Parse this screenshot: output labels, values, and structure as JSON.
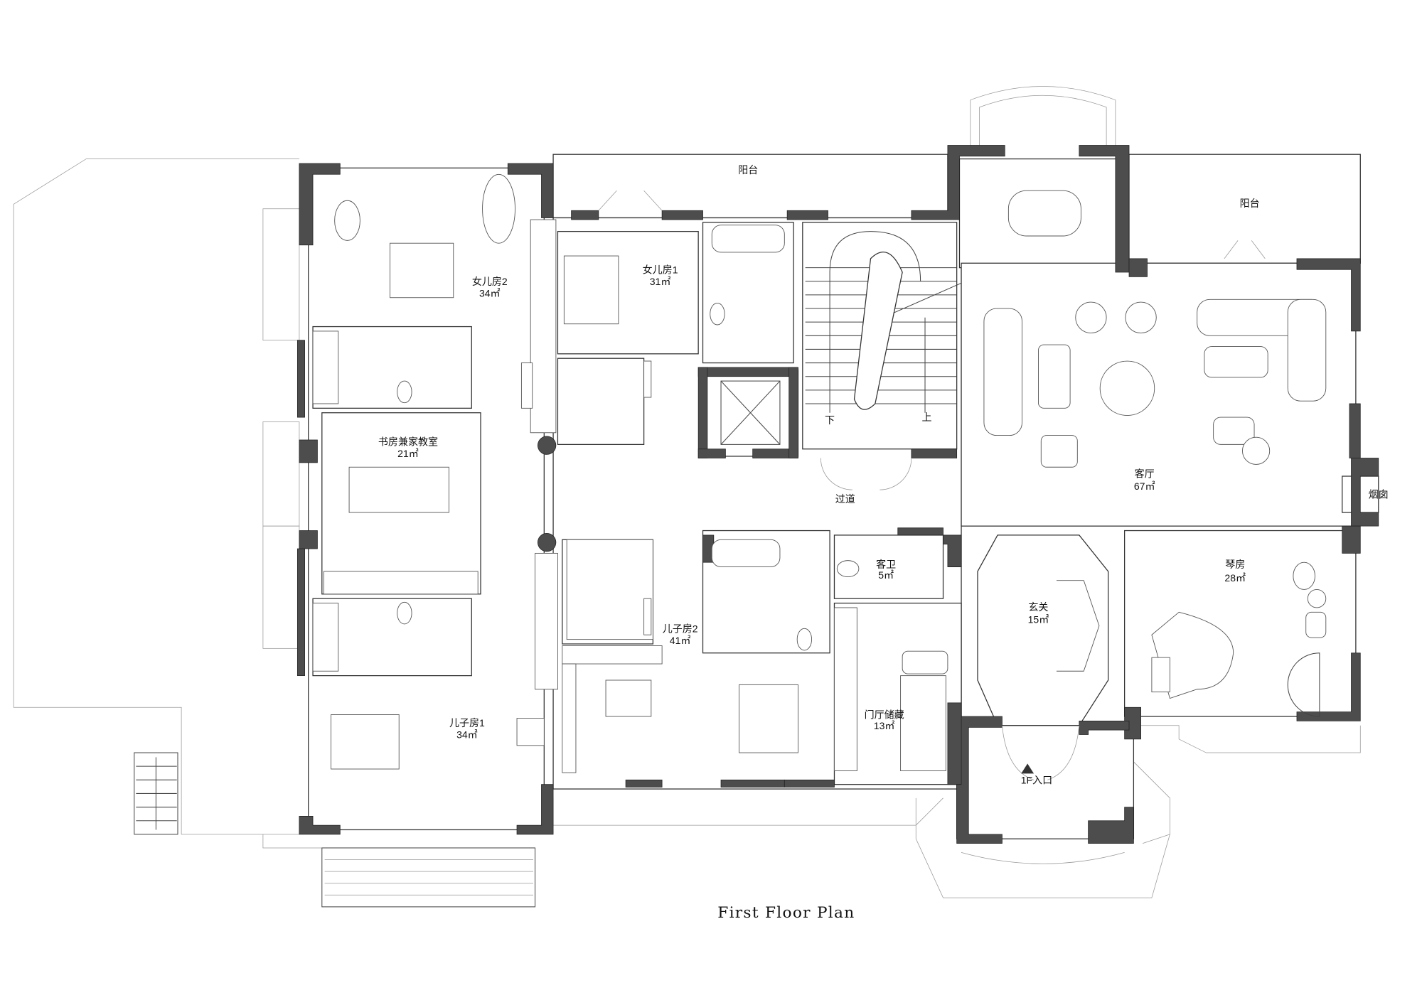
{
  "title": "First Floor Plan",
  "rooms": {
    "balcony_top": {
      "name": "阳台"
    },
    "balcony_right": {
      "name": "阳台"
    },
    "daughter2": {
      "name": "女儿房2",
      "area": "34㎡"
    },
    "daughter1": {
      "name": "女儿房1",
      "area": "31㎡"
    },
    "study": {
      "name": "书房兼家教室",
      "area": "21㎡"
    },
    "living": {
      "name": "客厅",
      "area": "67㎡"
    },
    "chimney": {
      "name": "烟囱"
    },
    "corridor": {
      "name": "过道"
    },
    "guest_wc": {
      "name": "客卫",
      "area": "5㎡"
    },
    "piano": {
      "name": "琴房",
      "area": "28㎡"
    },
    "foyer": {
      "name": "玄关",
      "area": "15㎡"
    },
    "son2": {
      "name": "儿子房2",
      "area": "41㎡"
    },
    "storage": {
      "name": "门厅储藏",
      "area": "13㎡"
    },
    "son1": {
      "name": "儿子房1",
      "area": "34㎡"
    }
  },
  "entrance": {
    "label": "1F入口"
  },
  "stairs": {
    "down": "下",
    "up": "上"
  },
  "colors": {
    "wall": "#4d4d4d",
    "line": "#333333"
  }
}
